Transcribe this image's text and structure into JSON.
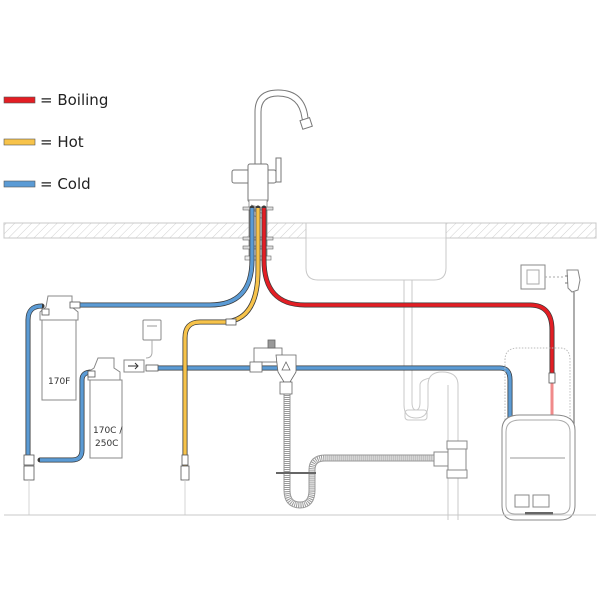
{
  "legend": {
    "items": [
      {
        "key": "boiling",
        "label": "= Boiling",
        "color": "#e31e24"
      },
      {
        "key": "hot",
        "label": "= Hot",
        "color": "#f7c34a"
      },
      {
        "key": "cold",
        "label": "= Cold",
        "color": "#5b9bd5"
      }
    ]
  },
  "colors": {
    "boiling": "#e31e24",
    "boiling_inner": "#f08a8a",
    "hot": "#f7c34a",
    "cold": "#5b9bd5",
    "outline": "#888888",
    "light_outline": "#c8c8c8",
    "worktop_hatch": "#d0d0d0"
  },
  "components": {
    "filter_1": {
      "label": "170F"
    },
    "filter_2": {
      "label_line1": "170C /",
      "label_line2": "250C"
    },
    "tap": {
      "name": "boiling-water-tap"
    },
    "boiler": {
      "name": "boiler-tank"
    },
    "socket": {
      "name": "wall-socket"
    },
    "plug": {
      "name": "power-adapter"
    },
    "sink": {
      "name": "sink-bowl"
    },
    "waste_trap": {
      "name": "waste-trap"
    },
    "safety_valve": {
      "name": "safety-valve-tundish"
    },
    "flow_meter": {
      "name": "flow-meter"
    }
  }
}
